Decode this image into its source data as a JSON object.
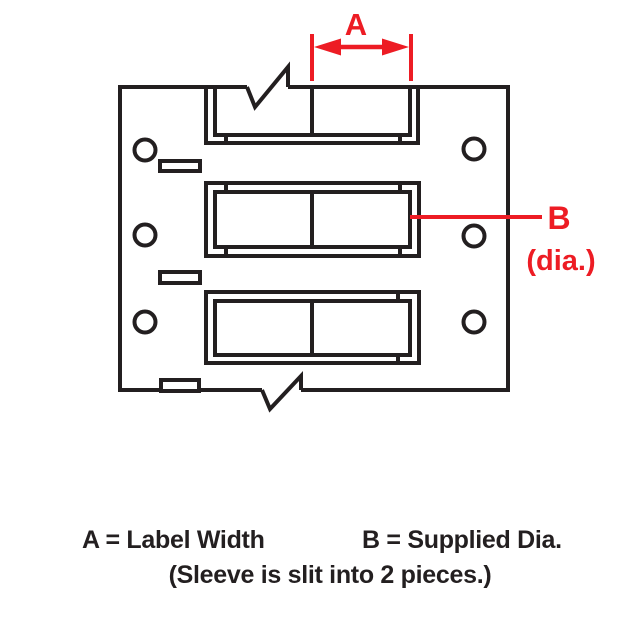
{
  "colors": {
    "line": "#231f20",
    "accent": "#ed1c24",
    "background": "#ffffff"
  },
  "dimensions": {
    "a_label": "A",
    "b_label": "B",
    "b_sublabel": "(dia.)"
  },
  "legend": {
    "a_definition": "A = Label Width",
    "b_definition": "B = Supplied Dia.",
    "note": "(Sleeve is slit into 2 pieces.)"
  }
}
